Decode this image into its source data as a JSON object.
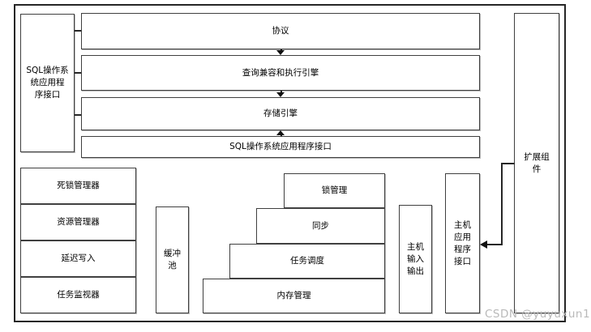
{
  "diagram": {
    "left_panel": {
      "lines": [
        "SQL操作系",
        "统应用程",
        "序接口"
      ]
    },
    "top_bars": [
      {
        "label": "协议"
      },
      {
        "label": "查询兼容和执行引擎"
      },
      {
        "label": "存储引擎"
      },
      {
        "label": "SQL操作系统应用程序接口"
      }
    ],
    "right_panel": {
      "lines": [
        "扩展组",
        "件"
      ]
    },
    "left_stack": [
      {
        "label": "死锁管理器"
      },
      {
        "label": "资源管理器"
      },
      {
        "label": "延迟写入"
      },
      {
        "label": "任务监视器"
      }
    ],
    "buffer_pool": {
      "lines": [
        "缓冲",
        "池"
      ]
    },
    "pyramid": [
      {
        "label": "锁管理"
      },
      {
        "label": "同步"
      },
      {
        "label": "任务调度"
      },
      {
        "label": "内存管理"
      }
    ],
    "host_io": {
      "lines": [
        "主机",
        "输入",
        "输出"
      ]
    },
    "host_api": {
      "lines": [
        "主机",
        "应用",
        "程序",
        "接口"
      ]
    },
    "watermark": "CSDN @yuyuxun1",
    "colors": {
      "box_border": "#404040",
      "outer_border": "#262626",
      "background": "#ffffff",
      "text": "#000000",
      "arrow": "#111111",
      "watermark": "#b9b9b9"
    }
  }
}
